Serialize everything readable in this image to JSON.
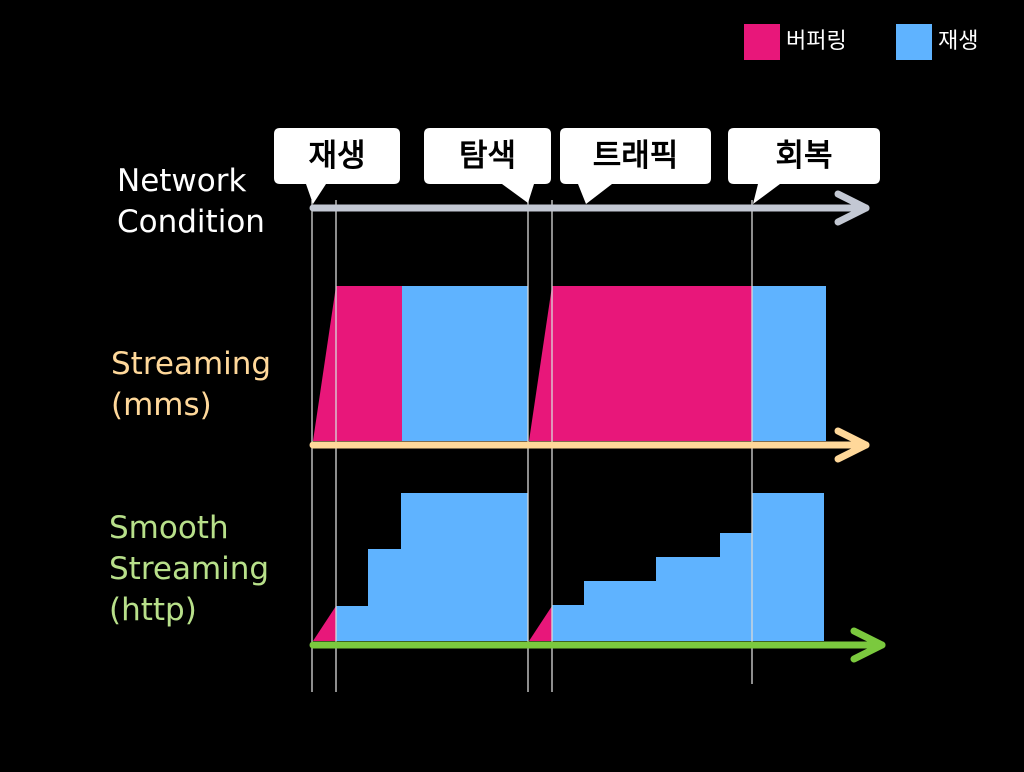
{
  "legend": {
    "buffering_label": "버퍼링",
    "playing_label": "재생"
  },
  "colors": {
    "background": "#000000",
    "buffering": "#E8177A",
    "playing": "#5FB3FF",
    "network_axis": "#C3C8D3",
    "mms_axis": "#FFD89A",
    "http_axis": "#7BC93E",
    "network_label": "#FFFFFF",
    "mms_label": "#FFD89A",
    "http_label": "#B8E08A",
    "callout_fill": "#FFFFFF",
    "guide_line": "#D9D9D9"
  },
  "network": {
    "label_lines": [
      "Network",
      "Condition"
    ],
    "events": [
      "재생",
      "탐색",
      "트래픽",
      "회복"
    ]
  },
  "streaming_mms": {
    "label_lines": [
      "Streaming",
      "(mms)"
    ]
  },
  "smooth_streaming_http": {
    "label_lines": [
      "Smooth",
      "Streaming",
      "(http)"
    ]
  }
}
